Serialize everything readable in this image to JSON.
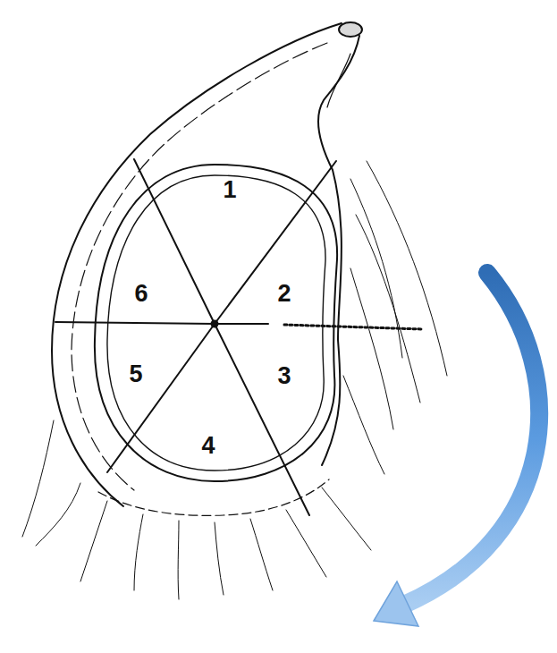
{
  "diagram": {
    "labels": [
      "1",
      "6",
      "2",
      "5",
      "3",
      "4"
    ]
  }
}
